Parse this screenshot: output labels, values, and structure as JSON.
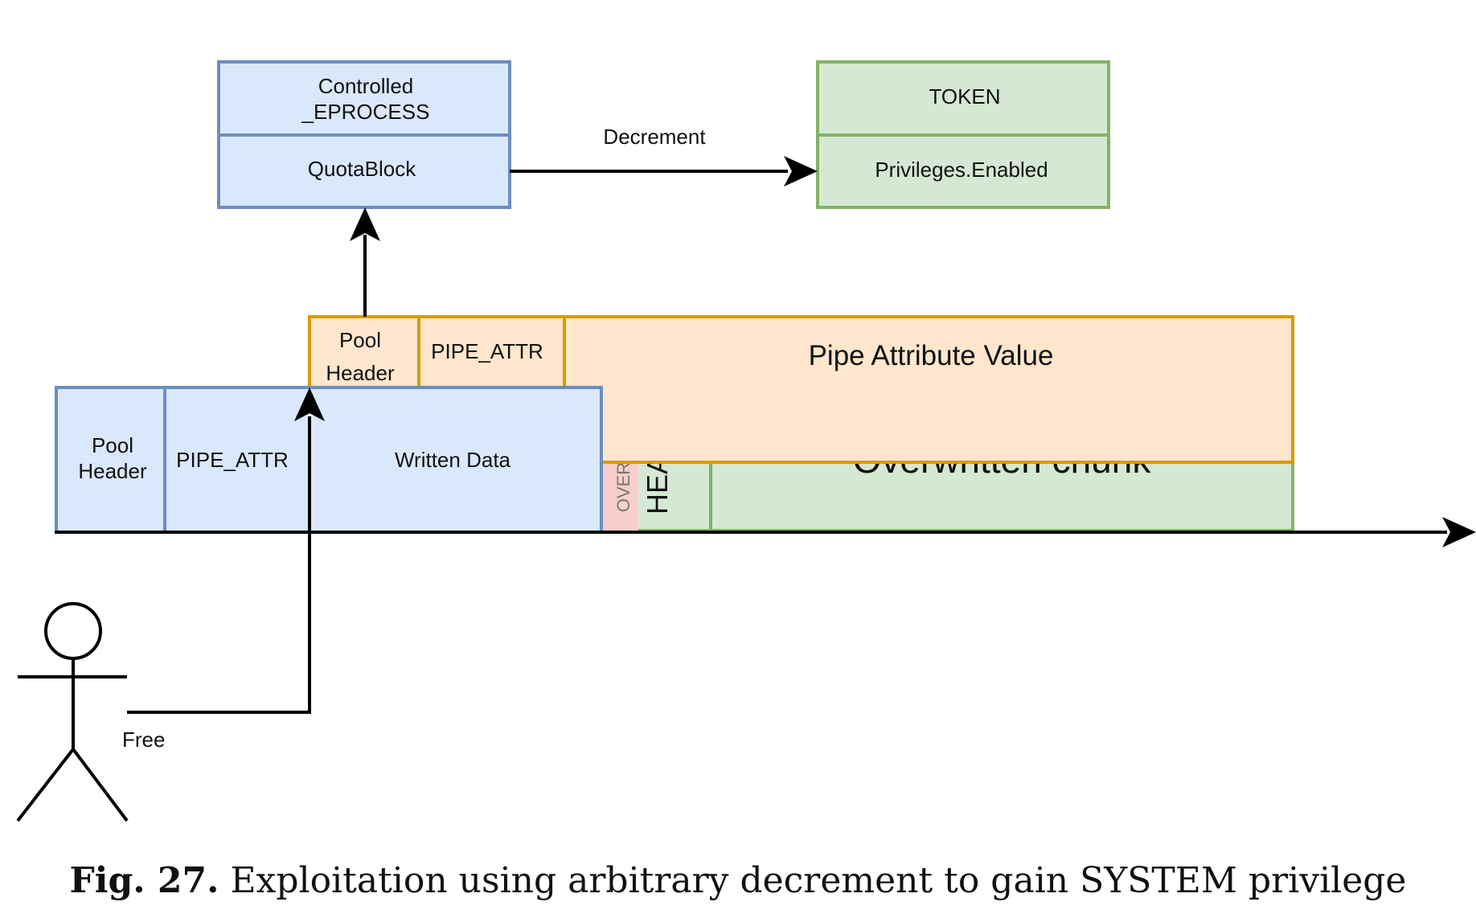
{
  "eprocess": {
    "title_line1": "Controlled",
    "title_line2": "_EPROCESS",
    "field": "QuotaBlock"
  },
  "token": {
    "title": "TOKEN",
    "field": "Privileges.Enabled"
  },
  "decrement_label": "Decrement",
  "new_chunk": {
    "pool_header_line1": "Pool",
    "pool_header_line2": "Header",
    "pipe_attr": "PIPE_ATTR",
    "value": "Pipe Attribute Value"
  },
  "written_chunk": {
    "pool_header_line1": "Pool",
    "pool_header_line2": "Header",
    "pipe_attr": "PIPE_ATTR",
    "data": "Written Data"
  },
  "overwritten": {
    "over_label": "OVER",
    "header_label": "HEA",
    "chunk_label": "Overwritten chunk"
  },
  "free_label": "Free",
  "caption": {
    "fig": "Fig. 27.",
    "text": "Exploitation using arbitrary decrement to gain SYSTEM privilege"
  },
  "colors": {
    "blue_fill": "#dae8fc",
    "blue_stroke": "#6c8ebf",
    "green_fill": "#d5e8d4",
    "green_stroke": "#82b366",
    "orange_fill": "#ffe6cc",
    "orange_stroke": "#d79b00",
    "red_fill": "#f8cecc"
  }
}
